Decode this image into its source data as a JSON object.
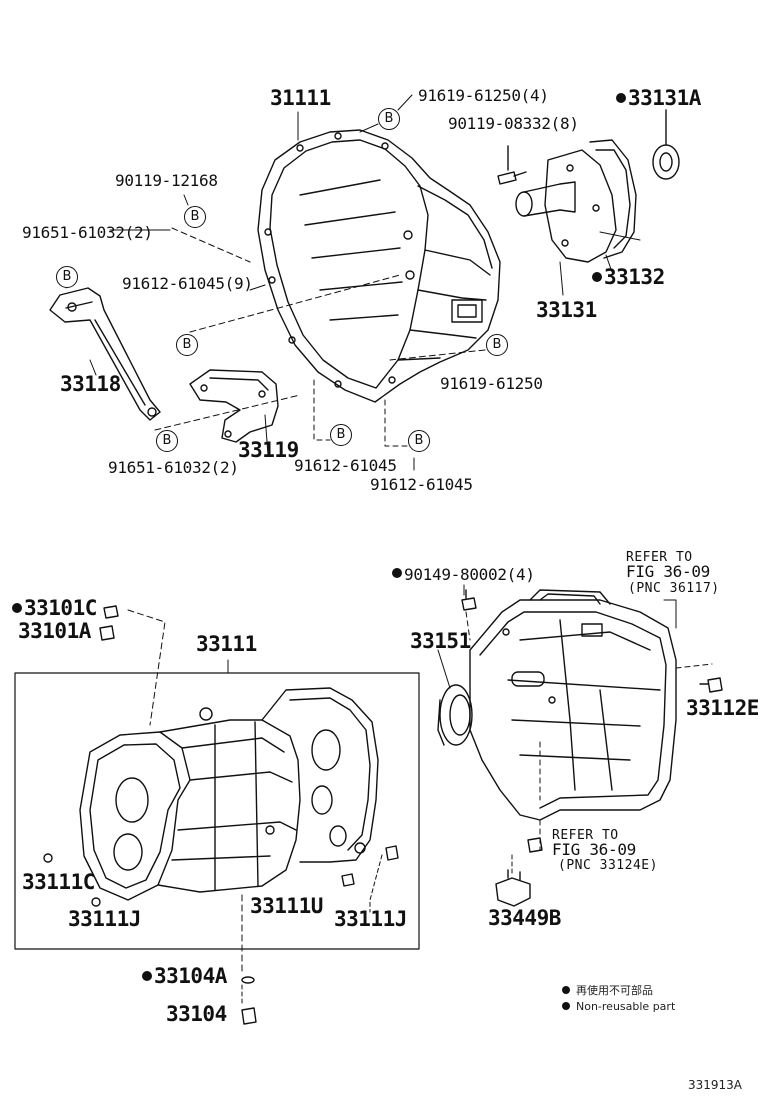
{
  "diagram": {
    "figure_id": "331913A",
    "legend": [
      {
        "text": "再使用不可部品"
      },
      {
        "text": "Non-reusable part"
      }
    ],
    "callout_letter": "B",
    "parts_top": {
      "p31111": "31111",
      "p91619_61250_4": "91619-61250(4)",
      "p33131A": "33131A",
      "p90119_08332_8": "90119-08332(8)",
      "p90119_12168": "90119-12168",
      "p91651_61032_2_top": "91651-61032(2)",
      "p91612_61045_9": "91612-61045(9)",
      "p33132": "33132",
      "p33131": "33131",
      "p33118": "33118",
      "p91619_61250": "91619-61250",
      "p33119": "33119",
      "p91651_61032_2_bot": "91651-61032(2)",
      "p91612_61045_a": "91612-61045",
      "p91612_61045_b": "91612-61045"
    },
    "parts_bottom": {
      "p33101C": "33101C",
      "p33101A": "33101A",
      "p33111": "33111",
      "p33111C": "33111C",
      "p33111J_left": "33111J",
      "p33111U": "33111U",
      "p33111J_right": "33111J",
      "p33104A": "33104A",
      "p33104": "33104",
      "p90149_80002_4": "90149-80002(4)",
      "refer1_l1": "REFER TO",
      "refer1_l2": "FIG 36-09",
      "refer1_l3": "(PNC 36117)",
      "p33151": "33151",
      "p33112E": "33112E",
      "refer2_l1": "REFER TO",
      "refer2_l2": "FIG 36-09",
      "refer2_l3": "(PNC 33124E)",
      "p33449B": "33449B"
    }
  }
}
